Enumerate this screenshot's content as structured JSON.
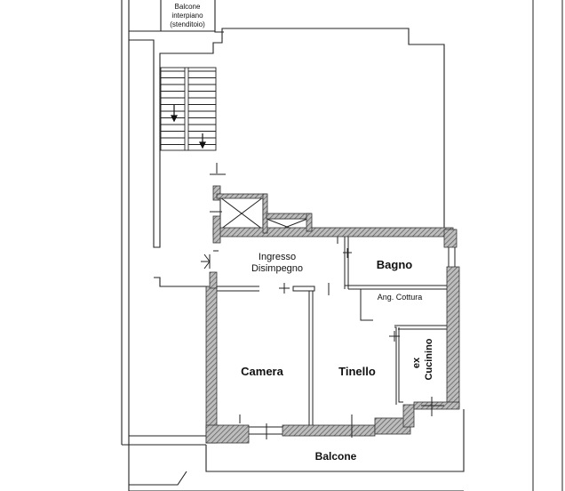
{
  "rooms": {
    "balcone_interpiano": "Balcone",
    "balcone_interpiano_l2": "interpiano",
    "balcone_interpiano_l3": "(stenditoio)",
    "ingresso": "Ingresso",
    "disimpegno": "Disimpegno",
    "bagno": "Bagno",
    "angolo_cottura": "Ang. Cottura",
    "camera": "Camera",
    "tinello": "Tinello",
    "ex_cucinino": "ex",
    "ex_cucinino_l2": "Cucinino",
    "balcone": "Balcone"
  },
  "colors": {
    "wall": "#6f6f6f",
    "line": "#222222",
    "hatch": "#9a9a9a"
  }
}
